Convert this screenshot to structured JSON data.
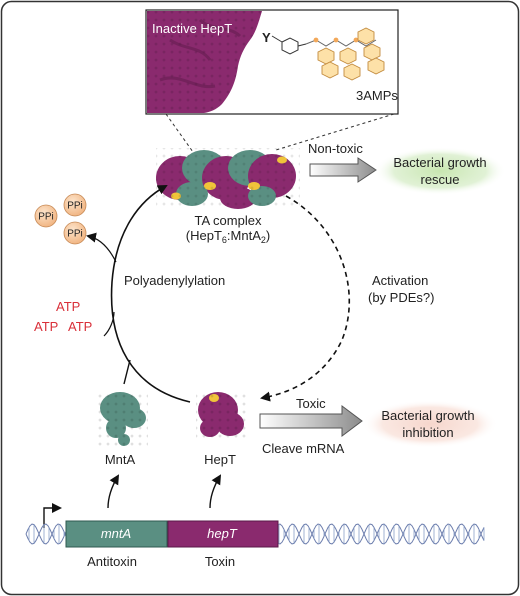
{
  "inset": {
    "title": "Inactive HepT",
    "residue": "Y",
    "ligand": "3AMPs"
  },
  "complex": {
    "label_line1": "TA complex",
    "label_line2_prefix": "(HepT",
    "label_line2_sub1": "6",
    "label_line2_mid": ":MntA",
    "label_line2_sub2": "2",
    "label_line2_suffix": ")"
  },
  "nontoxic": {
    "arrow_label": "Non-toxic",
    "outcome_line1": "Bacterial growth",
    "outcome_line2": "rescue"
  },
  "byproduct": {
    "ppi_label": "PPi",
    "atp_label": "ATP"
  },
  "polyadenylylation": {
    "label": "Polyadenylylation"
  },
  "activation": {
    "line1": "Activation",
    "line2": "(by PDEs?)"
  },
  "proteins": {
    "antitoxin_protein": "MntA",
    "toxin_protein": "HepT"
  },
  "toxic": {
    "arrow_label": "Toxic",
    "sub_label": "Cleave mRNA",
    "outcome_line1": "Bacterial growth",
    "outcome_line2": "inhibition"
  },
  "genes": {
    "antitoxin_gene": "mntA",
    "toxin_gene": "hepT",
    "antitoxin_label": "Antitoxin",
    "toxin_label": "Toxin"
  },
  "colors": {
    "hept": "#8a2a6e",
    "mnta": "#5a8f82",
    "ppi_fill": "#f6c9a0",
    "atp_text": "#d9303a",
    "rescue_glow": "#c8e6b0",
    "inhibition_glow": "#f6d6cc"
  }
}
